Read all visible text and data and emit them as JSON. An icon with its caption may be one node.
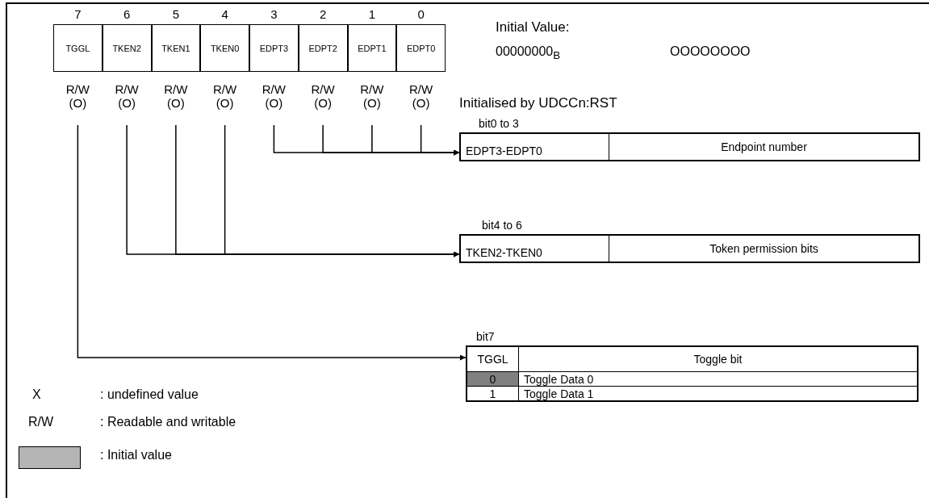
{
  "diagram": {
    "nodes": [
      {
        "text": [
          "TGGL"
        ],
        "beside": [
          "7",
          "R/W (O)"
        ]
      },
      {
        "text": [
          "TKEN2"
        ],
        "beside": [
          "6",
          "R/W (O)"
        ]
      },
      {
        "text": [
          "TKEN1"
        ],
        "beside": [
          "5",
          "R/W (O)"
        ]
      },
      {
        "text": [
          "TKEN0"
        ],
        "beside": [
          "4",
          "R/W (O)"
        ]
      },
      {
        "text": [
          "EDPT3"
        ],
        "beside": [
          "3",
          "R/W (O)"
        ]
      },
      {
        "text": [
          "EDPT2"
        ],
        "beside": [
          "2",
          "R/W (O)"
        ]
      },
      {
        "text": [
          "EDPT1"
        ],
        "beside": [
          "1",
          "R/W (O)"
        ]
      },
      {
        "text": [
          "EDPT0"
        ],
        "beside": [
          "0",
          "R/W (O)"
        ]
      },
      {
        "text": [
          "EDPT3-EDPT0",
          "Endpoint number"
        ],
        "beside": [
          "bit0 to 3"
        ]
      },
      {
        "text": [
          "TKEN2-TKEN0",
          "Token permission bits"
        ],
        "beside": [
          "bit4 to 6"
        ]
      },
      {
        "text": [
          "TGGL",
          "Toggle bit",
          "0",
          "Toggle Data 0",
          "1",
          "Toggle Data 1"
        ],
        "beside": [
          "bit7"
        ]
      }
    ],
    "edges": [
      {
        "from": 0,
        "to": 10,
        "arrow": "to"
      },
      {
        "from": 1,
        "to": 9,
        "arrow": "to"
      },
      {
        "from": 2,
        "to": 9,
        "arrow": "to"
      },
      {
        "from": 3,
        "to": 9,
        "arrow": "to"
      },
      {
        "from": 4,
        "to": 8,
        "arrow": "to"
      },
      {
        "from": 5,
        "to": 8,
        "arrow": "to"
      },
      {
        "from": 6,
        "to": 8,
        "arrow": "to"
      },
      {
        "from": 7,
        "to": 8,
        "arrow": "to"
      }
    ],
    "labels": [
      "Initial Value:",
      "00000000$_{B}$",
      "OOOOOOOO",
      "Initialised by UDCCn:RST",
      "X",
      ": undefined value",
      "R/W",
      ": Readable and writable"
    ],
    "legend": [
      {
        "text": ": Initial value",
        "color": "#b4b4b4"
      }
    ]
  }
}
